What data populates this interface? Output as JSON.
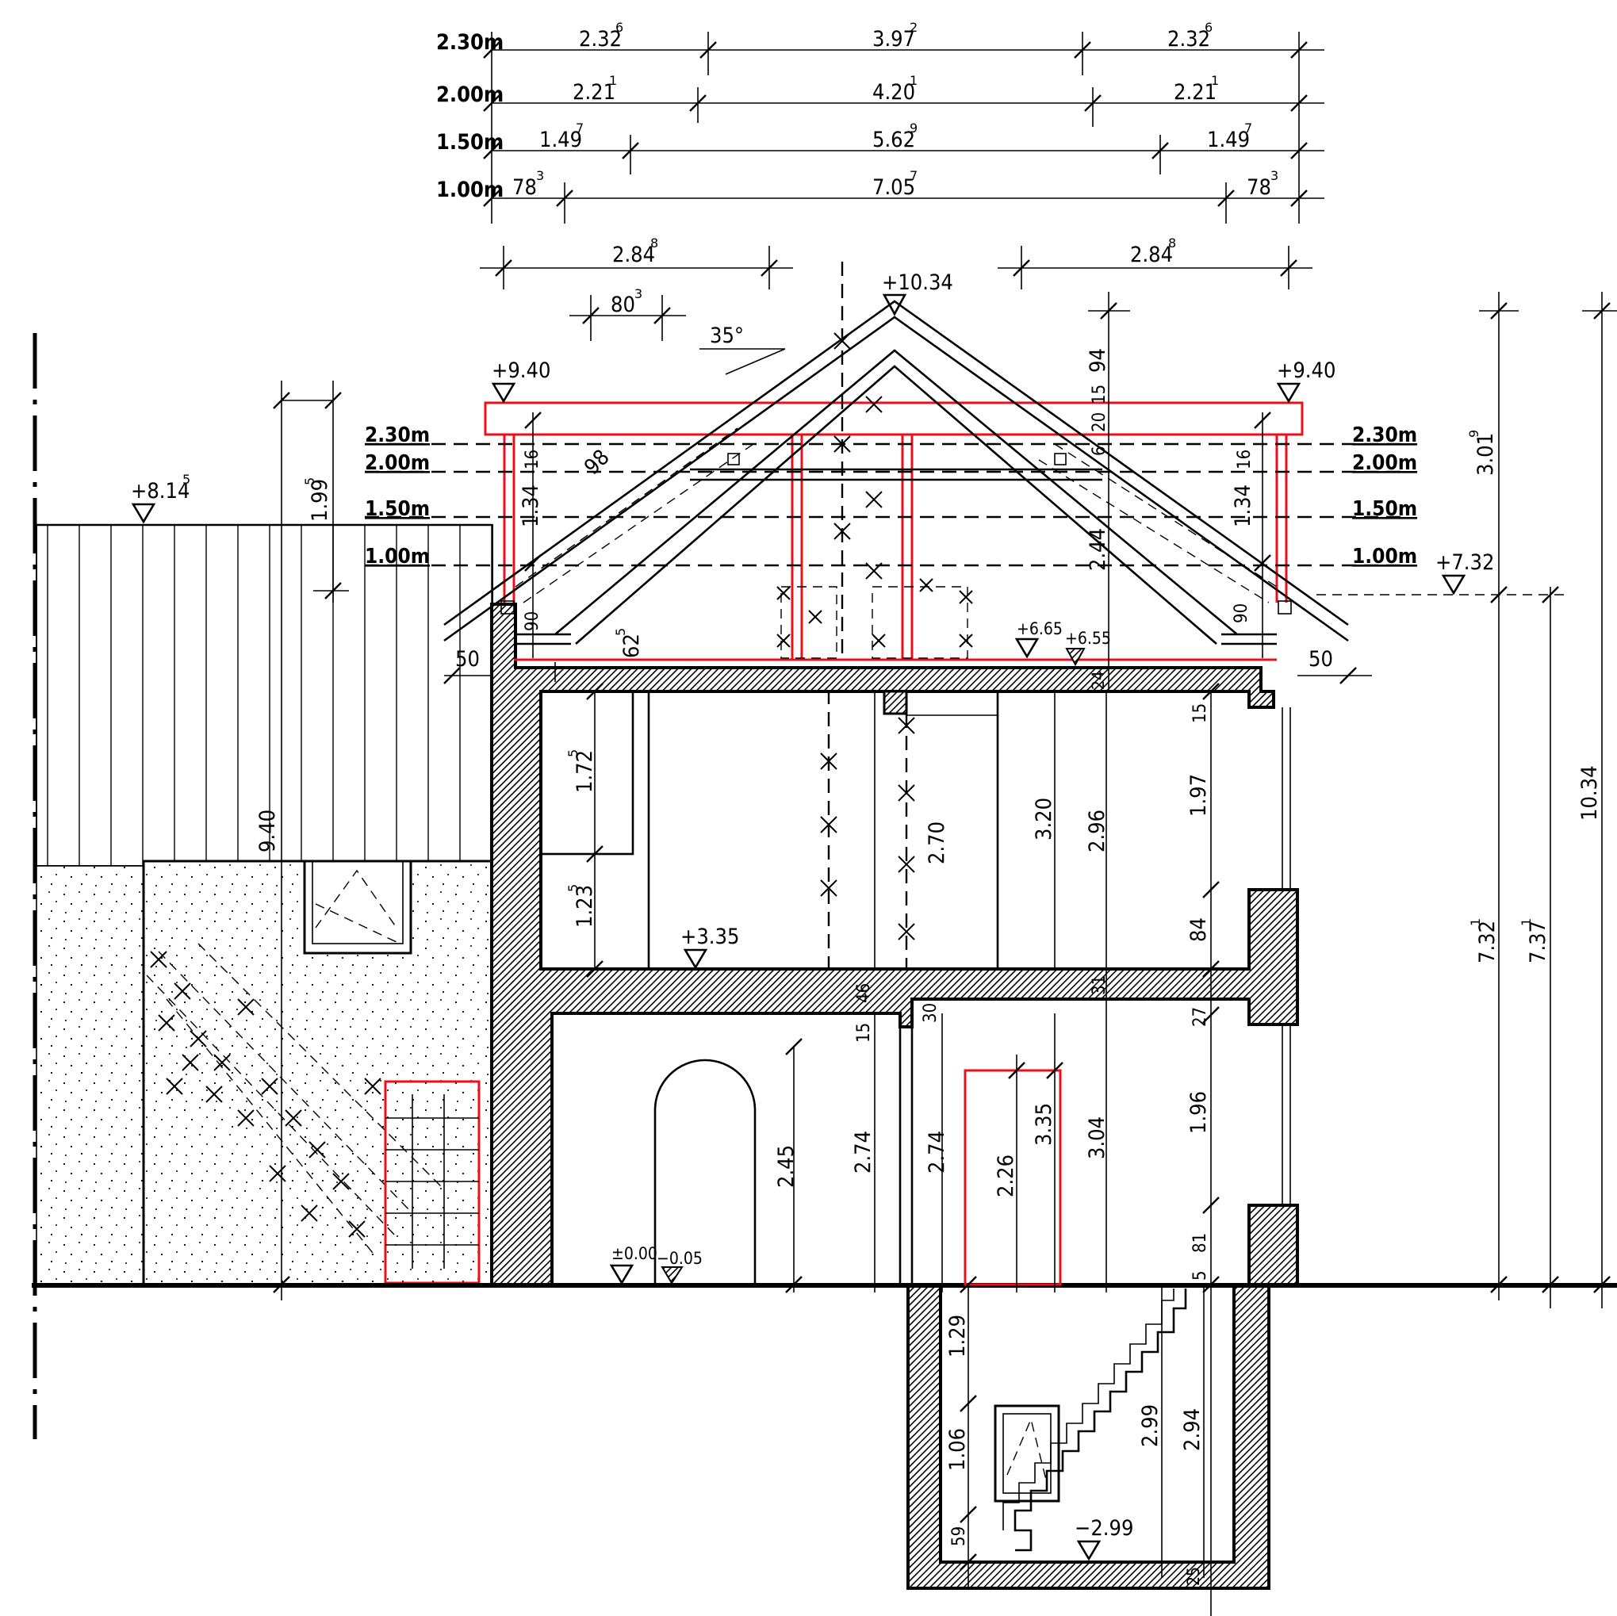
{
  "colors": {
    "ink": "#000000",
    "highlight": "#e8101a",
    "background": "#ffffff"
  },
  "top_dims": {
    "rows": [
      {
        "label": "2.30m",
        "parts": [
          [
            "2.32",
            "6"
          ],
          [
            "3.97",
            "2"
          ],
          [
            "2.32",
            "6"
          ]
        ]
      },
      {
        "label": "2.00m",
        "parts": [
          [
            "2.21",
            "1"
          ],
          [
            "4.20",
            "1"
          ],
          [
            "2.21",
            "1"
          ]
        ]
      },
      {
        "label": "1.50m",
        "parts": [
          [
            "1.49",
            "7"
          ],
          [
            "5.62",
            "9"
          ],
          [
            "1.49",
            "7"
          ]
        ]
      },
      {
        "label": "1.00m",
        "parts": [
          [
            "78",
            "3"
          ],
          [
            "7.05",
            "7"
          ],
          [
            "78",
            "3"
          ]
        ]
      }
    ],
    "roof_left": [
      "2.84",
      "8"
    ],
    "roof_right": [
      "2.84",
      "8"
    ],
    "overhang": [
      "80",
      "3"
    ],
    "pitch": "35°"
  },
  "levels": {
    "ridge": "+10.34",
    "eaves_left": "+9.40",
    "eaves_right": "+9.40",
    "neighbour": [
      "+8.14",
      "5"
    ],
    "right_732": "+7.32",
    "attic_floor": "+6.65",
    "attic_floor2": "+6.55",
    "first_floor": "+3.35",
    "ground": "±0.00",
    "ground2": "−0.05",
    "basement": "−2.99"
  },
  "height_labels": [
    "2.30m",
    "2.00m",
    "1.50m",
    "1.00m"
  ],
  "dims": {
    "d94": "94",
    "d15a": "15",
    "d20": "20",
    "d6": "6",
    "d16": "16",
    "d16r": "16",
    "d134": "1.34",
    "d134r": "1.34",
    "d244": "2.44",
    "d98": "98",
    "d90": "90",
    "d90r": "90",
    "d625": [
      "62",
      "5"
    ],
    "d50": "50",
    "d50r": "50",
    "d24": "24",
    "d1995": [
      "1.99",
      "5"
    ],
    "d940": "9.40",
    "d1725": [
      "1.72",
      "5"
    ],
    "d1235": [
      "1.23",
      "5"
    ],
    "d270": "2.70",
    "d320": "3.20",
    "d296": "2.96",
    "d15b": "15",
    "d197": "1.97",
    "d84": "84",
    "d46": "46",
    "d31": "31",
    "d30": "30",
    "d15c": "15",
    "d27": "27",
    "d245": "2.45",
    "d274a": "2.74",
    "d274b": "2.74",
    "d226": "2.26",
    "d335": "3.35",
    "d304": "3.04",
    "d196": "1.96",
    "d81": "81",
    "d5": "5",
    "d3019": [
      "3.01",
      "9"
    ],
    "d7321": [
      "7.32",
      "1"
    ],
    "d7371": [
      "7.37",
      "1"
    ],
    "d1034": "10.34",
    "d129": "1.29",
    "d106": "1.06",
    "d59": "59",
    "d299": "2.99",
    "d294": "2.94",
    "d25": "25"
  }
}
